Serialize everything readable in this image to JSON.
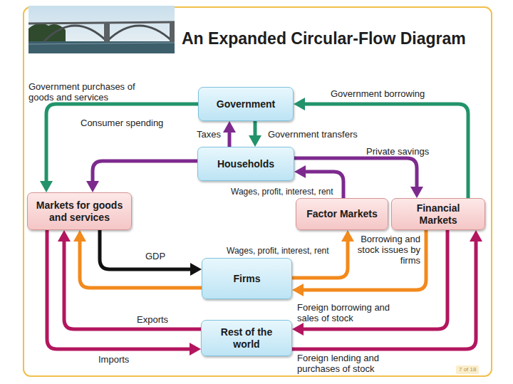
{
  "diagram": {
    "title": "An Expanded Circular-Flow Diagram",
    "nodes": [
      {
        "text": [
          "Government"
        ]
      },
      {
        "text": [
          "Households"
        ]
      },
      {
        "text": [
          "Markets for goods and services"
        ]
      },
      {
        "text": [
          "Factor Markets"
        ]
      },
      {
        "text": [
          "Financial Markets"
        ]
      },
      {
        "text": [
          "Firms"
        ]
      },
      {
        "text": [
          "Rest of the world"
        ]
      }
    ],
    "edges": [
      {
        "from": 0,
        "to": 2,
        "label": "Government purchases of goods and services",
        "arrow": "to"
      },
      {
        "from": 1,
        "to": 0,
        "label": "Taxes",
        "arrow": "to"
      },
      {
        "from": 0,
        "to": 1,
        "label": "Government transfers",
        "arrow": "to"
      },
      {
        "from": 4,
        "to": 0,
        "label": "Government borrowing",
        "arrow": "to"
      },
      {
        "from": 1,
        "to": 2,
        "label": "Consumer spending",
        "arrow": "to"
      },
      {
        "from": 1,
        "to": 4,
        "label": "Private savings",
        "arrow": "to"
      },
      {
        "from": 3,
        "to": 1,
        "label": "Wages, profit, interest, rent",
        "arrow": "to"
      },
      {
        "from": 2,
        "to": 5,
        "label": "GDP",
        "arrow": "to"
      },
      {
        "from": 5,
        "to": 3,
        "label": "Wages, profit, interest, rent",
        "arrow": "to"
      },
      {
        "from": 5,
        "to": 2,
        "arrow": "to"
      },
      {
        "from": 4,
        "to": 5,
        "label": "Borrowing and stock issues by firms",
        "arrow": "to"
      },
      {
        "from": 2,
        "to": 6,
        "label": "Imports",
        "arrow": "to"
      },
      {
        "from": 6,
        "to": 2,
        "label": "Exports",
        "arrow": "to"
      },
      {
        "from": 4,
        "to": 6,
        "label": "Foreign borrowing and sales of stock",
        "arrow": "to"
      },
      {
        "from": 6,
        "to": 4,
        "label": "Foreign lending and purchases of stock",
        "arrow": "to"
      }
    ],
    "labels": [
      "7 of 18"
    ]
  }
}
